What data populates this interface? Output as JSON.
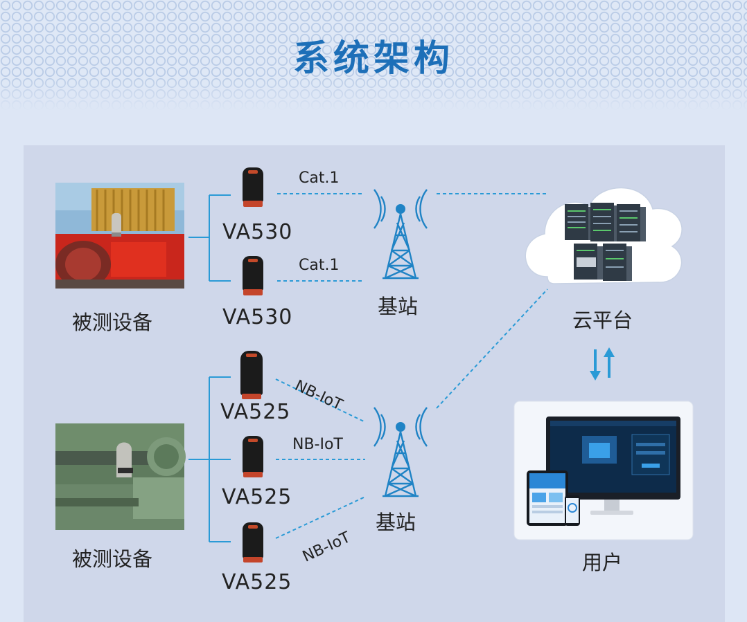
{
  "title": "系统架构",
  "devices": [
    {
      "label": "被测设备"
    },
    {
      "label": "被测设备"
    }
  ],
  "sensors": [
    "VA530",
    "VA530",
    "VA525",
    "VA525",
    "VA525"
  ],
  "links": [
    "Cat.1",
    "Cat.1",
    "NB-IoT",
    "NB-IoT",
    "NB-IoT"
  ],
  "stations": [
    "基站",
    "基站"
  ],
  "cloud": "云平台",
  "user": "用户",
  "colors": {
    "title": "#1d6fb8",
    "line": "#2a9ad6",
    "panel": "#cfd7ea",
    "arrow": "#2a9ad6"
  }
}
